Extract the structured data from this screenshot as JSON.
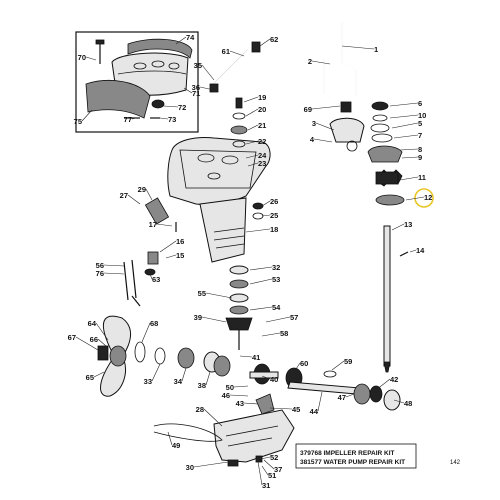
{
  "callouts": [
    {
      "text": "1"
    },
    {
      "text": "2"
    },
    {
      "text": "3"
    },
    {
      "text": "4"
    },
    {
      "text": "5"
    },
    {
      "text": "6"
    },
    {
      "text": "7"
    },
    {
      "text": "8"
    },
    {
      "text": "9"
    },
    {
      "text": "10"
    },
    {
      "text": "11"
    },
    {
      "text": "12"
    },
    {
      "text": "13"
    },
    {
      "text": "14"
    },
    {
      "text": "15"
    },
    {
      "text": "16"
    },
    {
      "text": "17"
    },
    {
      "text": "18"
    },
    {
      "text": "19"
    },
    {
      "text": "20"
    },
    {
      "text": "21"
    },
    {
      "text": "22"
    },
    {
      "text": "23"
    },
    {
      "text": "24"
    },
    {
      "text": "25"
    },
    {
      "text": "26"
    },
    {
      "text": "27"
    },
    {
      "text": "28"
    },
    {
      "text": "29"
    },
    {
      "text": "30"
    },
    {
      "text": "31"
    },
    {
      "text": "32"
    },
    {
      "text": "33"
    },
    {
      "text": "34"
    },
    {
      "text": "35"
    },
    {
      "text": "36"
    },
    {
      "text": "37"
    },
    {
      "text": "38"
    },
    {
      "text": "39"
    },
    {
      "text": "40"
    },
    {
      "text": "41"
    },
    {
      "text": "42"
    },
    {
      "text": "43"
    },
    {
      "text": "44"
    },
    {
      "text": "45"
    },
    {
      "text": "46"
    },
    {
      "text": "47"
    },
    {
      "text": "48"
    },
    {
      "text": "49"
    },
    {
      "text": "50"
    },
    {
      "text": "51"
    },
    {
      "text": "52"
    },
    {
      "text": "53"
    },
    {
      "text": "54"
    },
    {
      "text": "55"
    },
    {
      "text": "56"
    },
    {
      "text": "57"
    },
    {
      "text": "58"
    },
    {
      "text": "59"
    },
    {
      "text": "60"
    },
    {
      "text": "61"
    },
    {
      "text": "62"
    },
    {
      "text": "63"
    },
    {
      "text": "64"
    },
    {
      "text": "65"
    },
    {
      "text": "66"
    },
    {
      "text": "67"
    },
    {
      "text": "68"
    },
    {
      "text": "69"
    },
    {
      "text": "70"
    },
    {
      "text": "71"
    },
    {
      "text": "72"
    },
    {
      "text": "73"
    },
    {
      "text": "74"
    },
    {
      "text": "75"
    },
    {
      "text": "76"
    },
    {
      "text": "77"
    }
  ],
  "notes": {
    "line1": "379768 IMPELLER REPAIR KIT",
    "line2": "381577 WATER PUMP REPAIR KIT"
  },
  "page_number": "142",
  "highlight": {
    "callout": "12",
    "color": "#e8c628"
  }
}
